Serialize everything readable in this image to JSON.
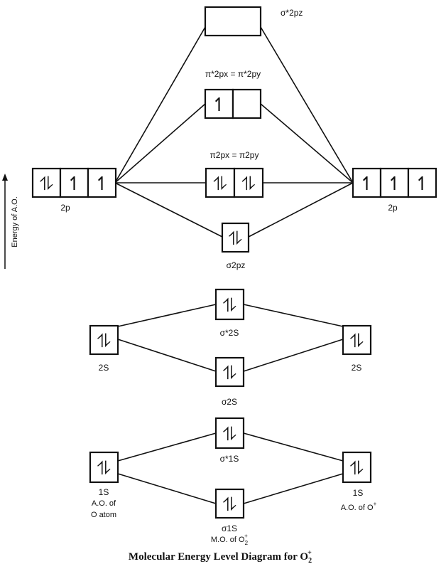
{
  "title": "Molecular Energy Level Diagram for O",
  "title_sub": "2",
  "title_sup": "+",
  "axis_label": "Energy of A.O.",
  "glyphs": {
    "up": "↿",
    "pair": "⥮"
  },
  "levels": {
    "left_2p": {
      "label": "2p",
      "electrons": [
        "pair",
        "up",
        "up"
      ]
    },
    "right_2p": {
      "label": "2p",
      "electrons": [
        "up",
        "up",
        "up"
      ]
    },
    "sigma_star_2pz": {
      "label": "σ*2pz",
      "electrons": [
        ""
      ]
    },
    "pi_star_2p": {
      "label": "π*2px = π*2py",
      "electrons": [
        "up",
        ""
      ]
    },
    "pi_2p": {
      "label": "π2px = π2py",
      "electrons": [
        "pair",
        "pair"
      ]
    },
    "sigma_2pz": {
      "label": "σ2pz",
      "electrons": [
        "pair"
      ]
    },
    "sigma_star_2s": {
      "label": "σ*2S",
      "electrons": [
        "pair"
      ]
    },
    "left_2s": {
      "label": "2S",
      "electrons": [
        "pair"
      ]
    },
    "right_2s": {
      "label": "2S",
      "electrons": [
        "pair"
      ]
    },
    "sigma_2s": {
      "label": "σ2S",
      "electrons": [
        "pair"
      ]
    },
    "sigma_star_1s": {
      "label": "σ*1S",
      "electrons": [
        "pair"
      ]
    },
    "left_1s": {
      "label": "1S",
      "electrons": [
        "pair"
      ]
    },
    "right_1s": {
      "label": "1S",
      "electrons": [
        "pair"
      ]
    },
    "sigma_1s": {
      "label": "σ1S",
      "electrons": [
        "pair"
      ]
    }
  },
  "captions": {
    "left_atom_line1": "A.O. of",
    "left_atom_line2": "O atom",
    "right_atom": "A.O. of O",
    "right_atom_sup": "+",
    "mo_caption": "M.O. of O",
    "mo_sub": "2",
    "mo_sup": "+"
  }
}
